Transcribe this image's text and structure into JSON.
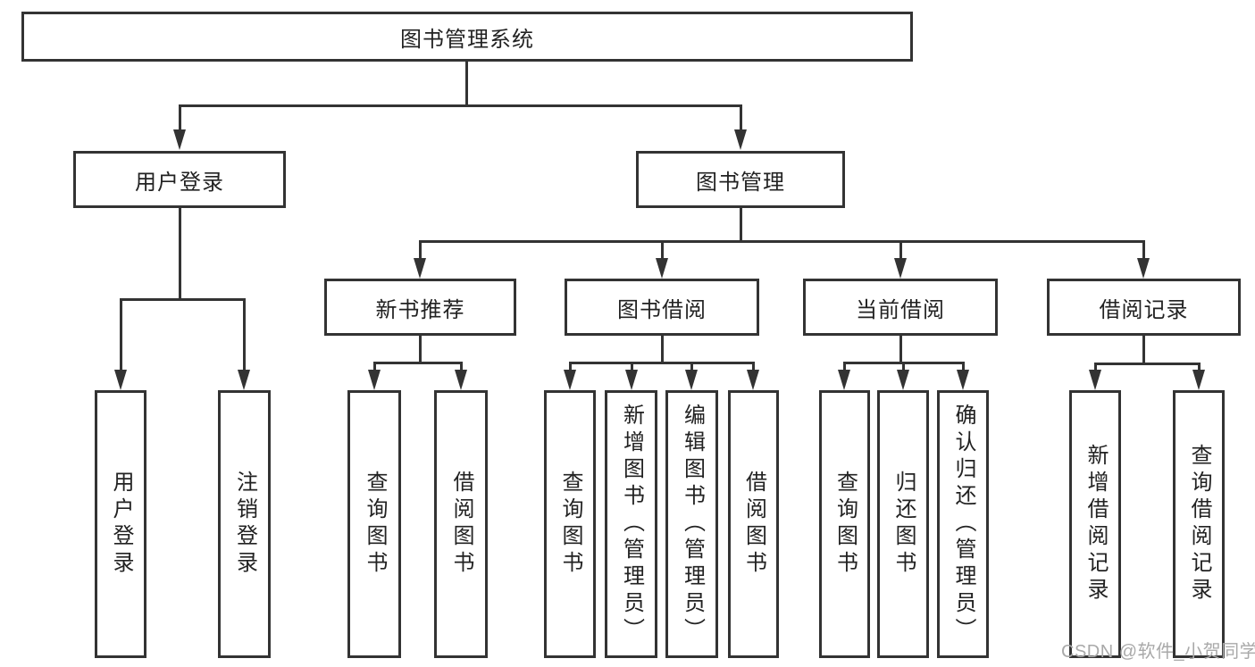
{
  "colors": {
    "line": "#333333",
    "text": "#222222",
    "background": "#ffffff",
    "watermark": "#a9a9a9"
  },
  "watermark": {
    "text": "CSDN @软件_小贺同学"
  },
  "tree": {
    "root": {
      "label": "图书管理系统"
    },
    "branches": {
      "user": {
        "label": "用户登录",
        "children": {
          "login": {
            "label": "用户登录"
          },
          "logout": {
            "label": "注销登录"
          }
        }
      },
      "books": {
        "label": "图书管理",
        "groups": {
          "recommend": {
            "label": "新书推荐",
            "children": {
              "query": {
                "label": "查询图书"
              },
              "borrow": {
                "label": "借阅图书"
              }
            }
          },
          "borrow": {
            "label": "图书借阅",
            "children": {
              "query": {
                "label": "查询图书"
              },
              "add": {
                "label": "新增图书（管理员）"
              },
              "edit": {
                "label": "编辑图书（管理员）"
              },
              "lend": {
                "label": "借阅图书"
              }
            }
          },
          "current": {
            "label": "当前借阅",
            "children": {
              "query": {
                "label": "查询图书"
              },
              "return": {
                "label": "归还图书"
              },
              "confirm": {
                "label": "确认归还（管理员）"
              }
            }
          },
          "records": {
            "label": "借阅记录",
            "children": {
              "add": {
                "label": "新增借阅记录"
              },
              "query": {
                "label": "查询借阅记录"
              }
            }
          }
        }
      }
    }
  }
}
